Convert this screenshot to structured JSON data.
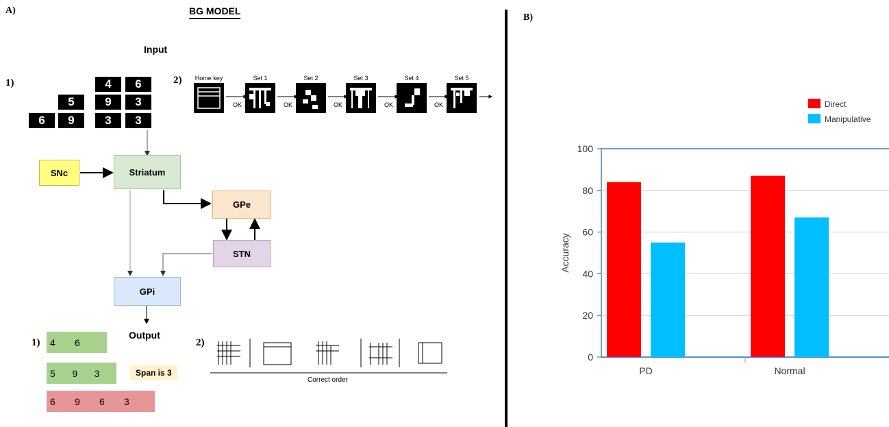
{
  "panel_a": {
    "label": "A)",
    "title": "BG MODEL",
    "input_label": "Input",
    "section1_label": "1)",
    "section2_label": "2)",
    "digit_rows": [
      [
        "4",
        "6"
      ],
      [
        "5",
        "9",
        "3"
      ],
      [
        "6",
        "9",
        "3",
        "3"
      ]
    ],
    "key_sets": [
      "Home key",
      "Set 1",
      "Set 2",
      "Set 3",
      "Set 4",
      "Set 5"
    ],
    "ok_label": "OK",
    "nodes": {
      "snc": "SNc",
      "striatum": "Striatum",
      "gpe": "GPe",
      "stn": "STN",
      "gpi": "GPi"
    },
    "node_colors": {
      "snc": "#ffff80",
      "striatum": "#d9ead3",
      "gpe": "#fce5cd",
      "stn": "#e1d5e7",
      "gpi": "#dae8fc"
    },
    "output_label": "Output",
    "output1_label": "1)",
    "output2_label": "2)",
    "output_rows": [
      {
        "digits": [
          "4",
          "6"
        ],
        "color": "#a9d18e"
      },
      {
        "digits": [
          "5",
          "9",
          "3"
        ],
        "color": "#a9d18e"
      },
      {
        "digits": [
          "6",
          "9",
          "6",
          "3"
        ],
        "color": "#e69696"
      }
    ],
    "span_note": "Span is 3",
    "correct_order_label": "Correct order"
  },
  "panel_b": {
    "label": "B)"
  },
  "chart_data": {
    "type": "bar",
    "categories": [
      "PD",
      "Normal"
    ],
    "series": [
      {
        "name": "Direct",
        "values": [
          84,
          87
        ],
        "color": "#ff0000"
      },
      {
        "name": "Manipulative",
        "values": [
          55,
          67
        ],
        "color": "#00bfff"
      }
    ],
    "xlabel": "",
    "ylabel": "Accuracy",
    "ylim": [
      0,
      100
    ],
    "yticks": [
      "0",
      "20",
      "40",
      "60",
      "80",
      "100"
    ],
    "grid": true,
    "legend_position": "top-right"
  }
}
